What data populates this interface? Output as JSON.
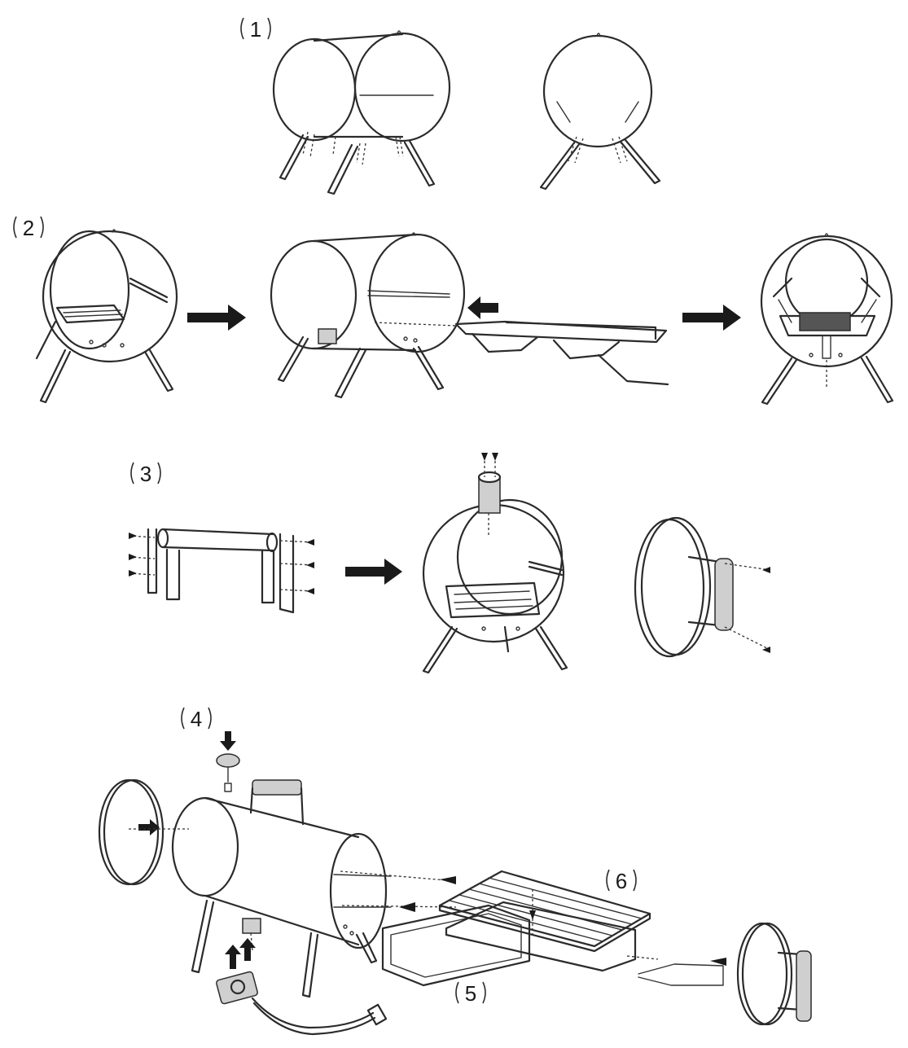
{
  "steps": [
    {
      "label": "1"
    },
    {
      "label": "2"
    },
    {
      "label": "3"
    },
    {
      "label": "4"
    },
    {
      "label": "5"
    },
    {
      "label": "6"
    }
  ],
  "colors": {
    "line": "#2b2b2b",
    "arrow": "#1a1a1a",
    "background": "#ffffff"
  }
}
